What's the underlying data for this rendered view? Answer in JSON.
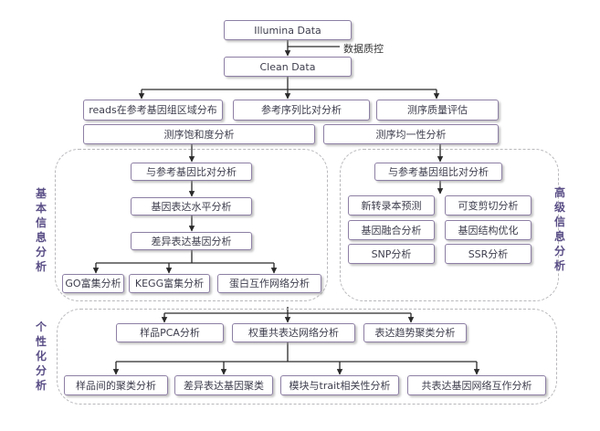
{
  "colors": {
    "border": "#8d7fa4",
    "line": "#2a2a2a",
    "dashed_region": "#b8b8bc",
    "side_label": "#5a4e86"
  },
  "top": {
    "illumina": "Illumina Data",
    "qc_note": "数据质控",
    "clean": "Clean Data"
  },
  "row1": {
    "reads": "reads在参考基因组区域分布",
    "ref_align": "参考序列比对分析",
    "quality": "测序质量评估"
  },
  "row2": {
    "saturation": "测序饱和度分析",
    "uniformity": "测序均一性分析"
  },
  "basic": {
    "label": "基本信息分析",
    "align": "与参考基因比对分析",
    "expression": "基因表达水平分析",
    "diff": "差异表达基因分析",
    "go": "GO富集分析",
    "kegg": "KEGG富集分析",
    "ppi": "蛋白互作网络分析"
  },
  "advanced": {
    "label": "高级信息分析",
    "align": "与参考基因组比对分析",
    "new_transcript": "新转录本预测",
    "alt_splice": "可变剪切分析",
    "fusion": "基因融合分析",
    "structure": "基因结构优化",
    "snp": "SNP分析",
    "ssr": "SSR分析"
  },
  "personal": {
    "label": "个性化分析",
    "pca": "样品PCA分析",
    "wgcna": "权重共表达网络分析",
    "trend": "表达趋势聚类分析",
    "sample_cluster": "样品间的聚类分析",
    "diff_cluster": "差异表达基因聚类",
    "module_trait": "模块与trait相关性分析",
    "coexp_network": "共表达基因网络互作分析"
  }
}
